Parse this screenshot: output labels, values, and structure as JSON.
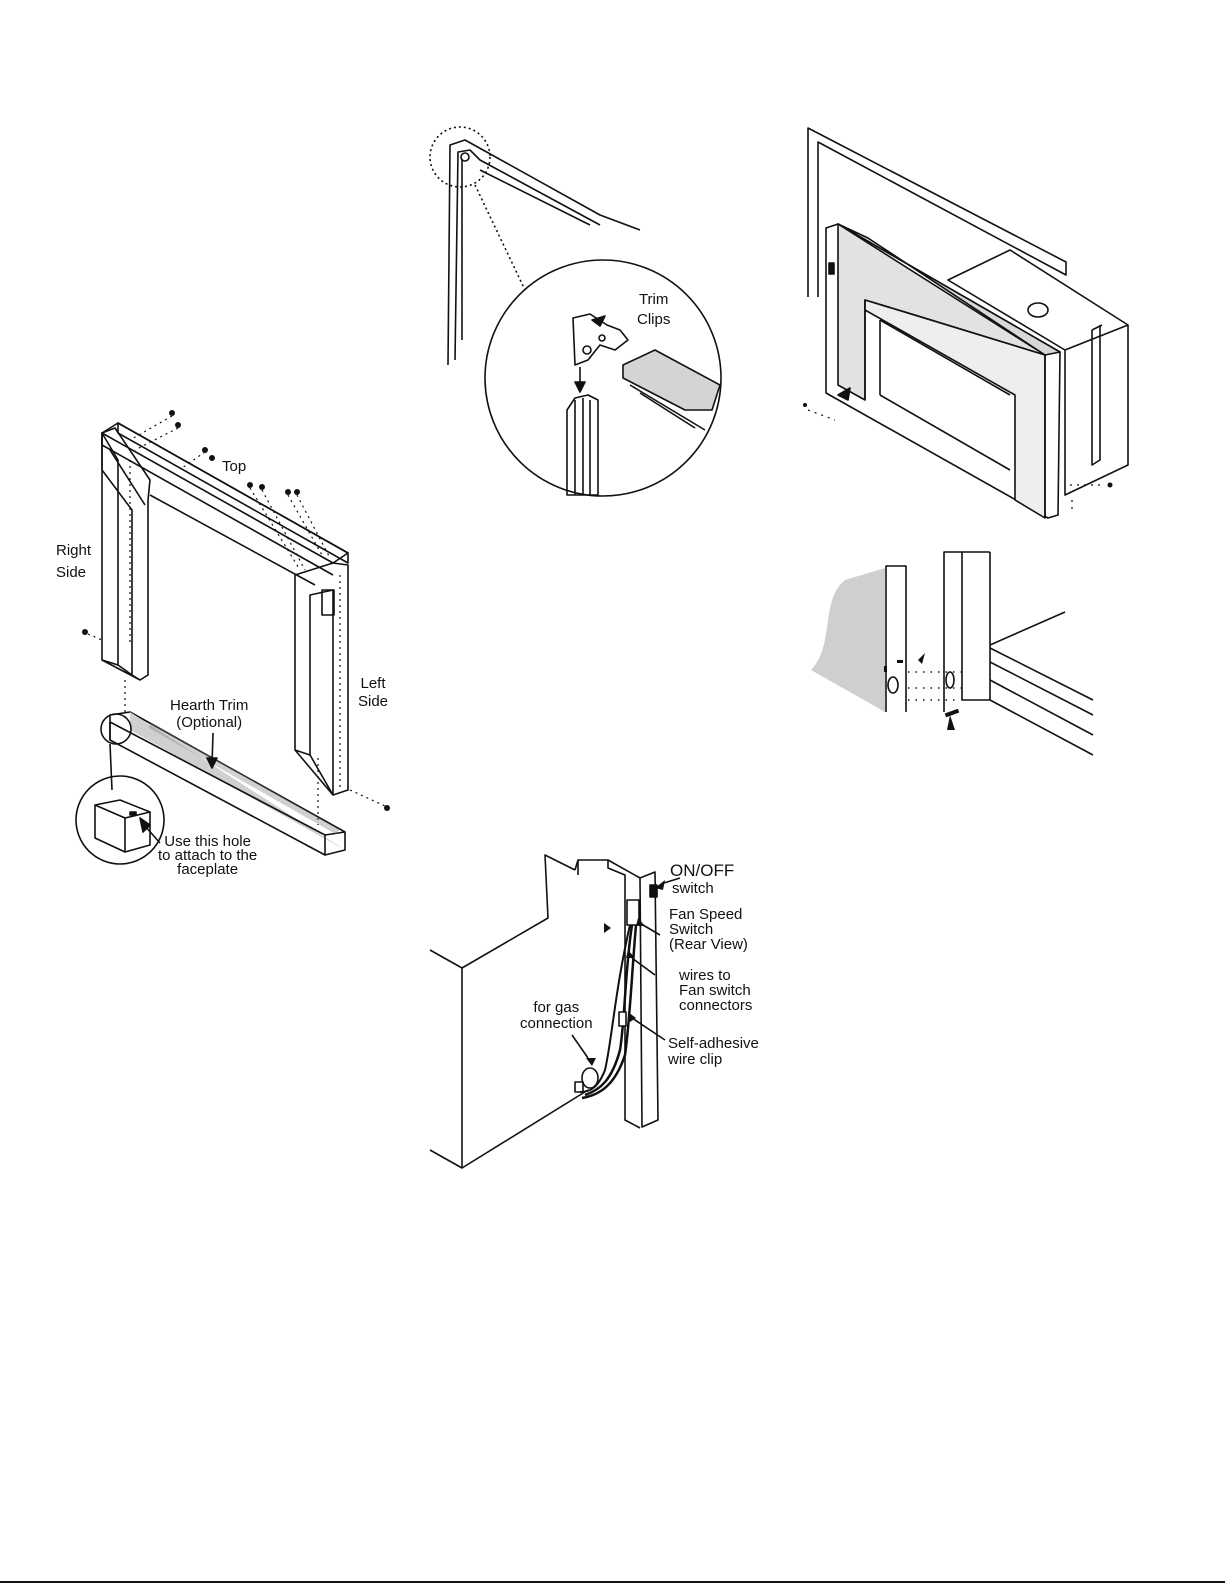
{
  "labels": {
    "top": "Top",
    "right_side": "Right\nSide",
    "left_side": "Left\nSide",
    "hearth_trim": "Hearth Trim\n(Optional)",
    "use_hole": "Use this hole\nto attach to the\nfaceplate",
    "trim_clips": "Trim\nClips",
    "on_off": "ON/OFF",
    "on_off_sub": "switch",
    "fan_speed": "Fan Speed\nSwitch\n(Rear View)",
    "wires": "wires to\nFan switch\nconnectors",
    "self_adhesive": "Self-adhesive\nwire clip",
    "gas": "for gas\nconnection"
  }
}
